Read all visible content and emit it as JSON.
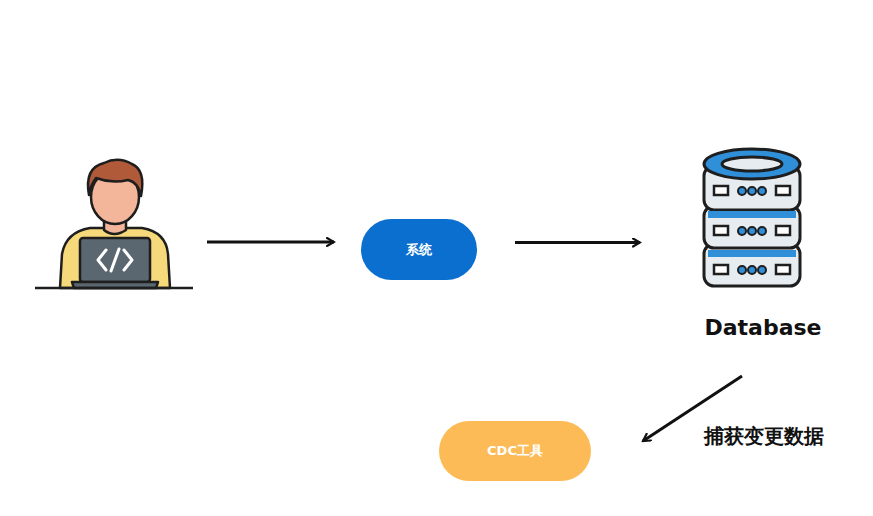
{
  "diagram": {
    "nodes": [
      {
        "text": [
          "系统"
        ]
      },
      {
        "text": [
          "Database"
        ]
      },
      {
        "text": [
          "CDC工具"
        ]
      }
    ],
    "edges": [
      {
        "from": 0,
        "to": 1,
        "arrow": "to"
      },
      {
        "from": 1,
        "to": 2,
        "label": "捕获变更数据",
        "arrow": "to"
      }
    ]
  }
}
